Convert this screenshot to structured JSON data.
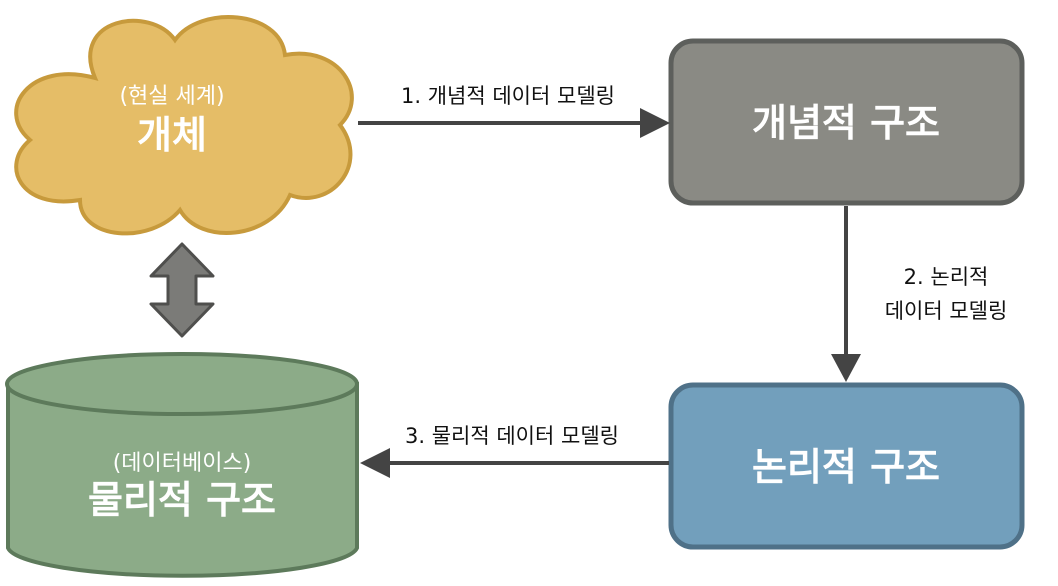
{
  "nodes": {
    "entity": {
      "subtitle": "(현실 세계)",
      "title": "개체",
      "fill": "#e5bd67",
      "stroke": "#c79a3c"
    },
    "conceptual": {
      "title": "개념적 구조",
      "fill": "#8a8a84",
      "stroke": "#5d5f5c"
    },
    "logical": {
      "title": "논리적 구조",
      "fill": "#729fbc",
      "stroke": "#4f7188"
    },
    "physical": {
      "subtitle": "(데이터베이스)",
      "title": "물리적 구조",
      "fill": "#8cab88",
      "stroke": "#5d7a5b"
    }
  },
  "edges": {
    "conceptual_modeling": {
      "label": "1. 개념적 데이터 모델링"
    },
    "logical_modeling": {
      "label_line1": "2. 논리적",
      "label_line2": "데이터 모델링"
    },
    "physical_modeling": {
      "label": "3. 물리적 데이터 모델링"
    }
  },
  "colors": {
    "arrow": "#444444",
    "double_arrow_fill": "#7b7b78",
    "double_arrow_stroke": "#4f4f4d",
    "text_light": "#ffffff",
    "text_dark": "#111111"
  }
}
